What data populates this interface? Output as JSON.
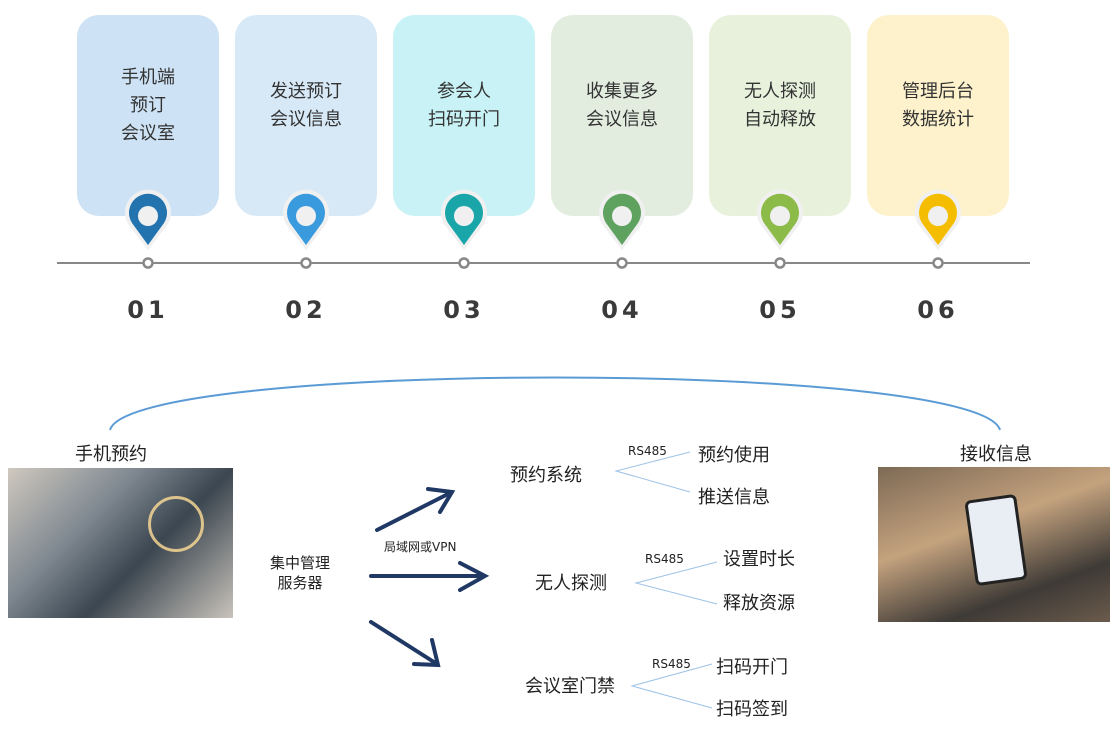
{
  "steps": [
    {
      "number": "01",
      "text": "手机端\n预订\n会议室",
      "card_color": "#cde3f5",
      "pin_color": "#2373ae"
    },
    {
      "number": "02",
      "text": "发送预订\n会议信息",
      "card_color": "#d7e9f7",
      "pin_color": "#3a9ade"
    },
    {
      "number": "03",
      "text": "参会人\n扫码开门",
      "card_color": "#c8f2f5",
      "pin_color": "#1aa5a8"
    },
    {
      "number": "04",
      "text": "收集更多\n会议信息",
      "card_color": "#e2ede0",
      "pin_color": "#5fa15f"
    },
    {
      "number": "05",
      "text": "无人探测\n自动释放",
      "card_color": "#e7f1dc",
      "pin_color": "#8dbb4a"
    },
    {
      "number": "06",
      "text": "管理后台\n数据统计",
      "card_color": "#fdf2cc",
      "pin_color": "#f5bd00"
    }
  ],
  "flow": {
    "left_label": "手机预约",
    "right_label": "接收信息",
    "server": [
      "集中管理",
      "服务器"
    ],
    "network_label": "局域网或VPN",
    "systems": [
      {
        "name": "预约系统",
        "protocol": "RS485",
        "items": [
          "预约使用",
          "推送信息"
        ]
      },
      {
        "name": "无人探测",
        "protocol": "RS485",
        "items": [
          "设置时长",
          "释放资源"
        ]
      },
      {
        "name": "会议室门禁",
        "protocol": "RS485",
        "items": [
          "扫码开门",
          "扫码签到"
        ]
      }
    ],
    "arrow_color": "#1f3864",
    "arc_color": "#5b9bd5"
  }
}
